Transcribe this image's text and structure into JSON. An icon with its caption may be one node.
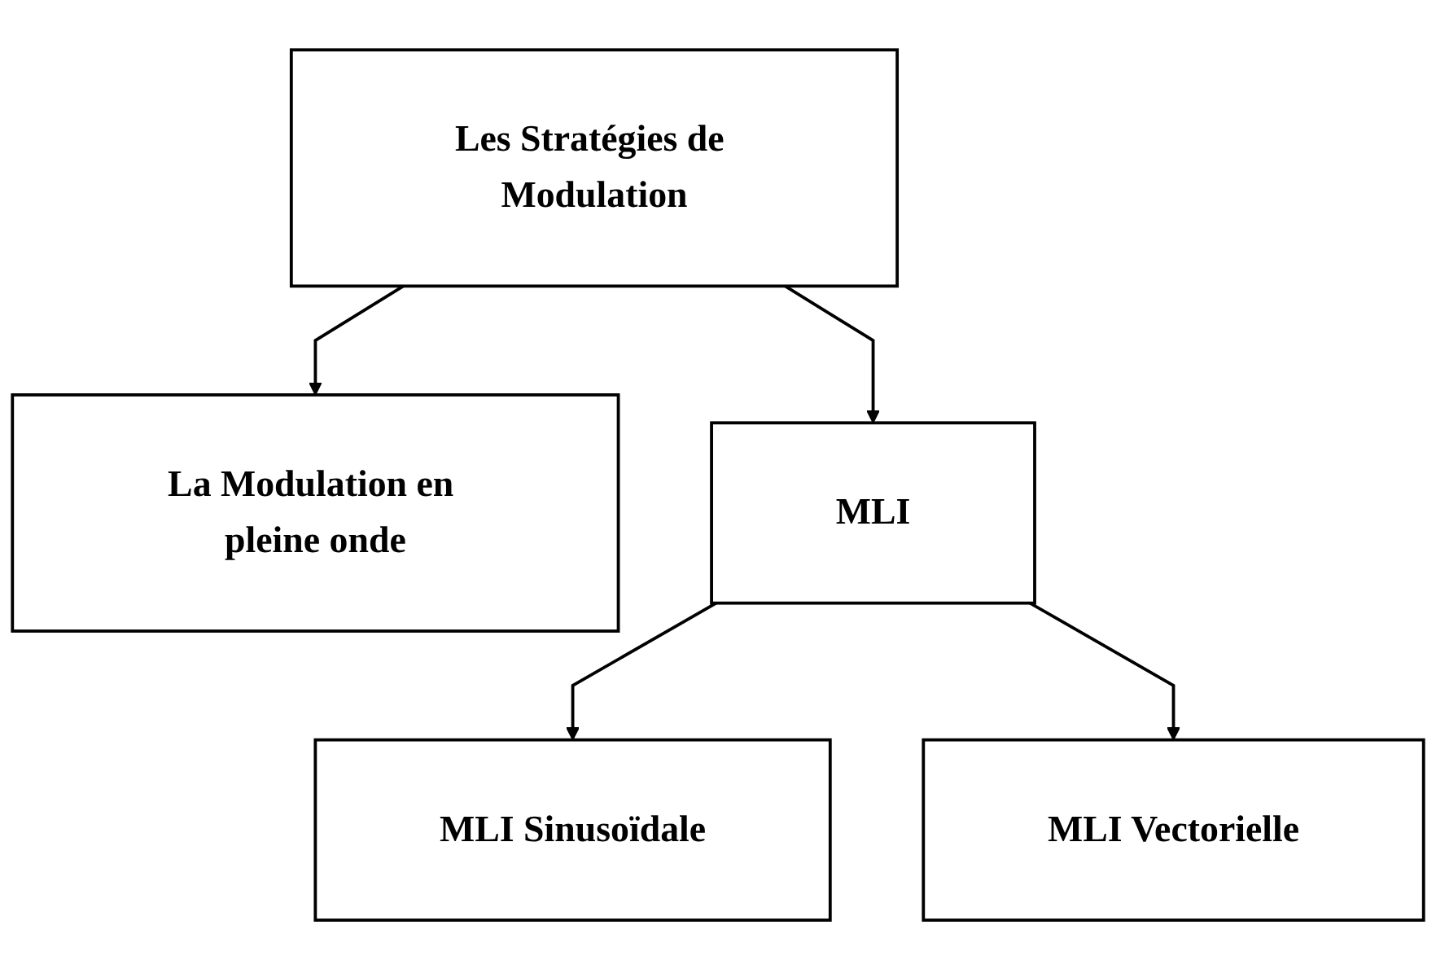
{
  "diagram": {
    "nodes": [
      {
        "text": [
          "Les Stratégies de Modulation"
        ]
      },
      {
        "text": [
          "La Modulation en pleine onde"
        ]
      },
      {
        "text": [
          "MLI"
        ]
      },
      {
        "text": [
          "MLI Sinusoïdale"
        ]
      },
      {
        "text": [
          "MLI Vectorielle"
        ]
      }
    ],
    "edges": [
      {
        "from": 0,
        "to": 1,
        "arrow": "to"
      },
      {
        "from": 0,
        "to": 2,
        "arrow": "to"
      },
      {
        "from": 2,
        "to": 3,
        "arrow": "to"
      },
      {
        "from": 2,
        "to": 4,
        "arrow": "to"
      }
    ]
  }
}
